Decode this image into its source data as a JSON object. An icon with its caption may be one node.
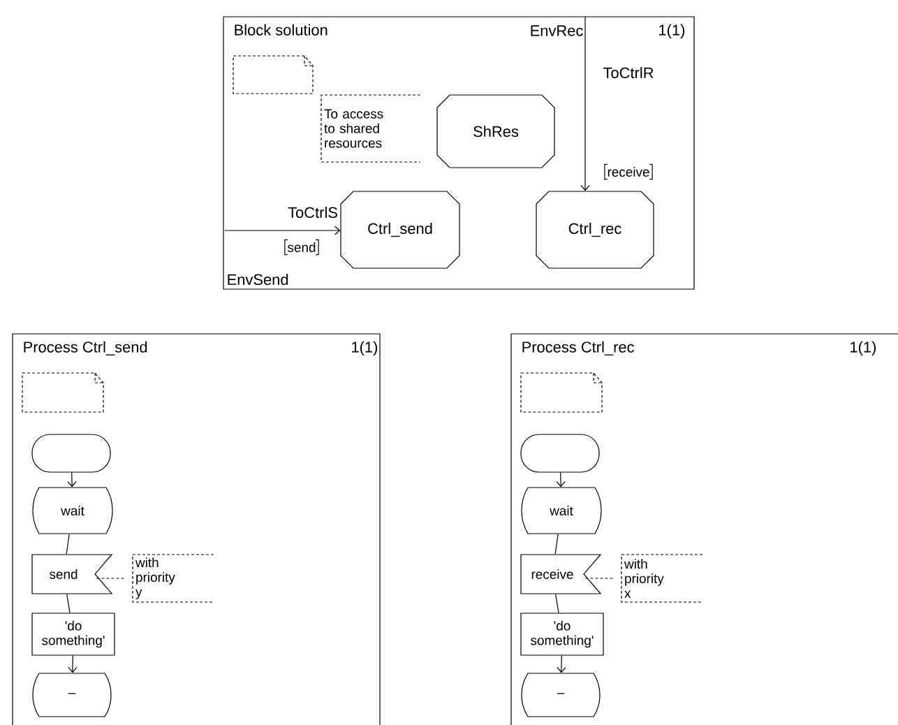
{
  "diagram": {
    "nodes": [
      {
        "text": [
          "Block solution",
          "1(1)"
        ]
      },
      {
        "text": [],
        "shape": "note",
        "in": 0
      },
      {
        "text": [
          "To access to shared resources"
        ],
        "in": 0
      },
      {
        "text": [
          "ShRes"
        ],
        "in": 0
      },
      {
        "text": [
          "Ctrl_send"
        ],
        "in": 0
      },
      {
        "text": [
          "Ctrl_rec"
        ],
        "in": 0
      },
      {
        "text": [
          "Process Ctrl_send",
          "1(1)"
        ]
      },
      {
        "text": [],
        "shape": "note",
        "in": 6
      },
      {
        "text": [],
        "shape": "oval",
        "in": 6
      },
      {
        "text": [
          "wait"
        ],
        "in": 6
      },
      {
        "text": [
          "send"
        ],
        "in": 6
      },
      {
        "text": [
          "with priority y"
        ],
        "in": 6
      },
      {
        "text": [
          "'do something'"
        ],
        "in": 6
      },
      {
        "text": [
          "–"
        ],
        "in": 6
      },
      {
        "text": [
          "Process Ctrl_rec",
          "1(1)"
        ]
      },
      {
        "text": [],
        "shape": "note",
        "in": 14
      },
      {
        "text": [],
        "shape": "oval",
        "in": 14
      },
      {
        "text": [
          "wait"
        ],
        "in": 14
      },
      {
        "text": [
          "receive"
        ],
        "in": 14
      },
      {
        "text": [
          "with priority x"
        ],
        "in": 14
      },
      {
        "text": [
          "'do something'"
        ],
        "in": 14
      },
      {
        "text": [
          "–"
        ],
        "in": 14
      },
      {
        "text": [
          "EnvRec"
        ],
        "in": 0
      },
      {
        "text": [
          "EnvSend"
        ],
        "in": 0
      }
    ],
    "edges": [
      {
        "from": 23,
        "to": 4,
        "arrow": "to",
        "label": "ToCtrlS"
      },
      {
        "from": 22,
        "to": 5,
        "arrow": "to",
        "label": "ToCtrlR"
      },
      {
        "from": 8,
        "to": 9,
        "arrow": "to"
      },
      {
        "from": 9,
        "to": 10,
        "arrow": "none"
      },
      {
        "from": 11,
        "to": 10,
        "arrow": "none",
        "style": "dashed"
      },
      {
        "from": 10,
        "to": 12,
        "arrow": "none"
      },
      {
        "from": 12,
        "to": 13,
        "arrow": "to"
      },
      {
        "from": 16,
        "to": 17,
        "arrow": "to"
      },
      {
        "from": 17,
        "to": 18,
        "arrow": "none"
      },
      {
        "from": 19,
        "to": 18,
        "arrow": "none",
        "style": "dashed"
      },
      {
        "from": 18,
        "to": 20,
        "arrow": "none"
      },
      {
        "from": 20,
        "to": 21,
        "arrow": "to"
      }
    ],
    "labels": [
      "receive",
      "send"
    ]
  }
}
